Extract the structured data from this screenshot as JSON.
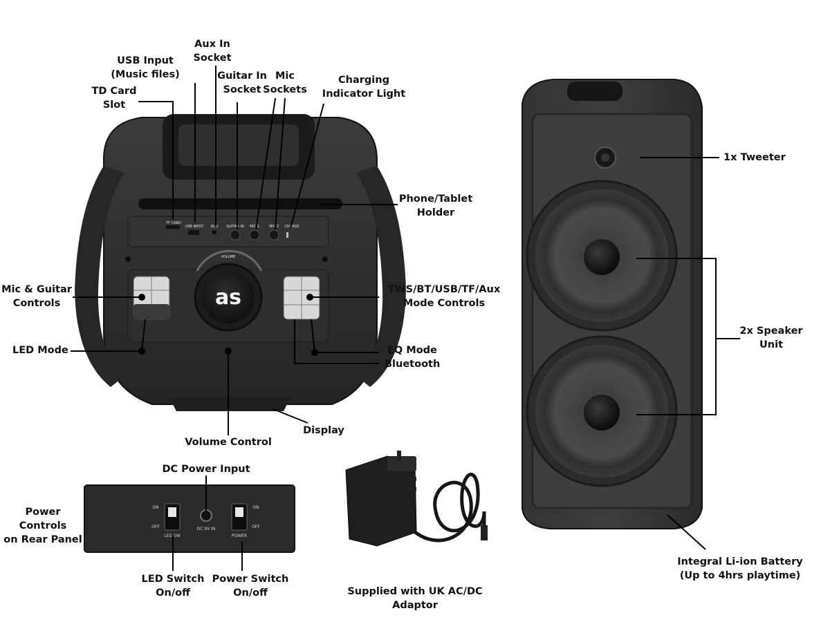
{
  "labels": {
    "aux_in": "Aux In\nSocket",
    "usb_input": "USB Input\n(Music files)",
    "td_card": "TD Card\nSlot",
    "guitar_in": "Guitar In\nSocket",
    "mic_sockets": "Mic\nSockets",
    "charging": "Charging\nIndicator Light",
    "phone_holder": "Phone/Tablet\nHolder",
    "mic_guitar": "Mic & Guitar\nControls",
    "tws": "TWS/BT/USB/TF/Aux\nMode Controls",
    "led_mode": "LED Mode",
    "eq_mode": "EQ Mode",
    "bluetooth": "Bluetooth",
    "display": "Display",
    "volume": "Volume Control",
    "tweeter": "1x Tweeter",
    "speaker_unit": "2x Speaker\nUnit",
    "battery": "Integral Li-ion Battery\n(Up to 4hrs playtime)",
    "dc_power": "DC Power Input",
    "power_controls": "Power Controls\non Rear Panel",
    "led_switch": "LED Switch\nOn/off",
    "power_switch": "Power Switch\nOn/off",
    "adaptor": "Supplied with UK AC/DC\nAdaptor"
  },
  "top_panel": {
    "tf_card": "TF CARD",
    "usb_input": "USB INPUT",
    "aux": "AUX",
    "guitar_in": "GUITAR IN",
    "mic1": "MIC 1",
    "mic2": "MIC 2",
    "charge": "CHARGE",
    "volume": "VOLUME",
    "logo": "as"
  },
  "rear_panel": {
    "on_left": "ON",
    "off_left": "OFF",
    "led_sw": "LED SW",
    "dc_in": "DC 9V IN",
    "on_right": "ON",
    "off_right": "OFF",
    "power": "POWER"
  },
  "colors": {
    "body": "#2b2b2b",
    "body_dark": "#1a1a1a",
    "panel": "#3a3a3a",
    "leader": "#000000"
  }
}
